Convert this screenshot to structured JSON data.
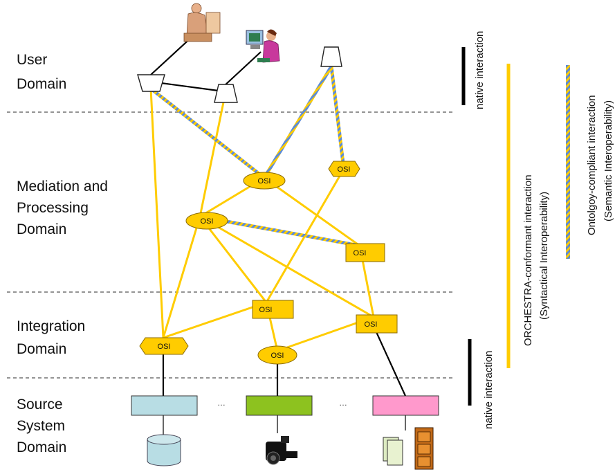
{
  "domains": {
    "user": [
      "User",
      "Domain"
    ],
    "mediation": [
      "Mediation and",
      "Processing",
      "Domain"
    ],
    "integration": [
      "Integration",
      "Domain"
    ],
    "source": [
      "Source",
      "System",
      "Domain"
    ]
  },
  "osi_label": "OSI",
  "ellipsis": "…",
  "legend": {
    "native_top": "native interaction",
    "native_bottom": "native interaction",
    "orchestra_line1": "ORCHESTRA-conformant interaction",
    "orchestra_line2": "(Syntactical Interoperability)",
    "ontology_line1": "Ontolgoy-compliant interaction",
    "ontology_line2": "(Semantic Interoperability)"
  },
  "colors": {
    "yellow": "#FFCC00",
    "blue": "#5B8BD9",
    "black": "#000000",
    "source_blue": "#B8DDE4",
    "source_green": "#8DC21F",
    "source_pink": "#FF99CC"
  }
}
